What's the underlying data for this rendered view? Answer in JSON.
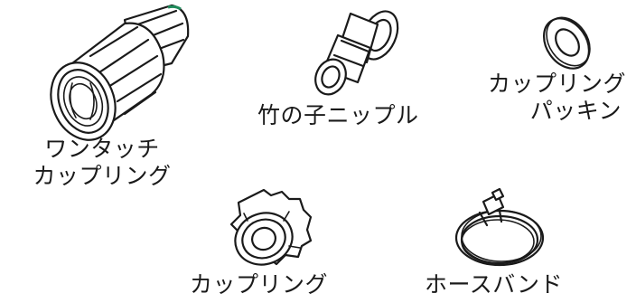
{
  "parts": {
    "one_touch_coupling": {
      "label_lines": [
        "ワンタッチ",
        "カップリング"
      ],
      "accent_color": "#1f8a5a"
    },
    "bamboo_nipple": {
      "label_lines": [
        "竹の子ニップル"
      ]
    },
    "coupling_packing": {
      "label_lines": [
        "カップリング",
        "パッキン"
      ]
    },
    "coupling": {
      "label_lines": [
        "カップリング"
      ]
    },
    "hose_band": {
      "label_lines": [
        "ホースバンド"
      ]
    }
  }
}
